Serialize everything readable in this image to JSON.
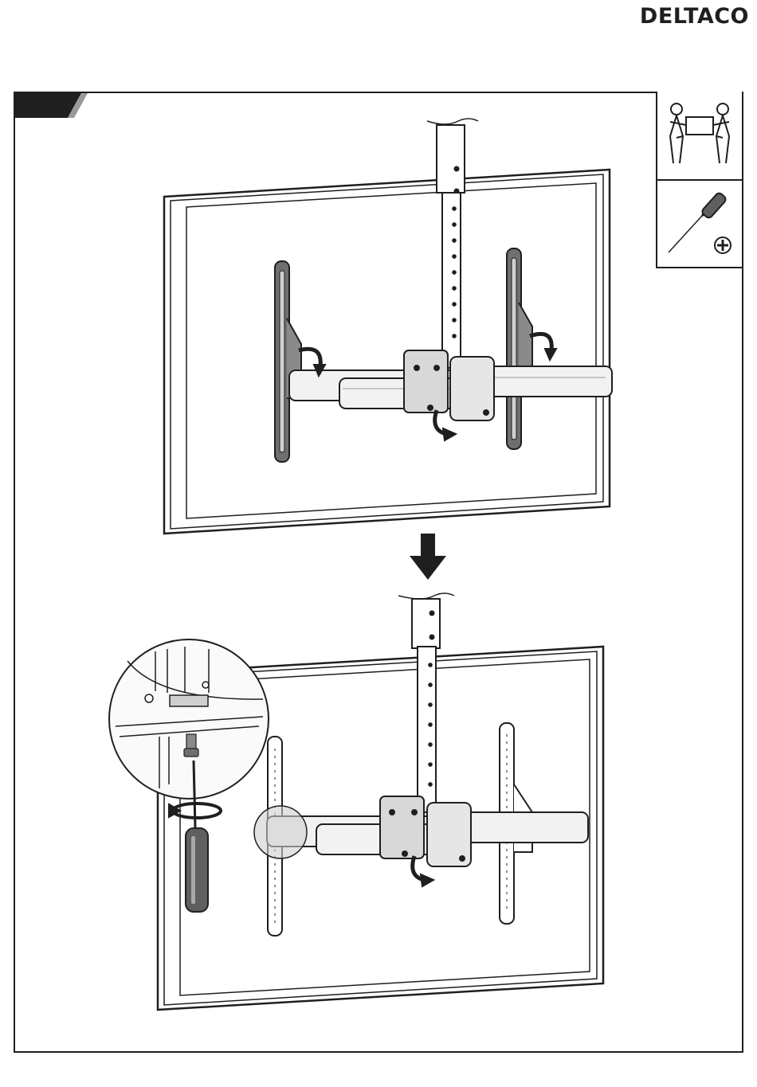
{
  "header": {
    "brand": "DELTACO"
  },
  "tools": [
    {
      "icon": "two-person-lift-icon"
    },
    {
      "icon": "phillips-screwdriver-icon"
    }
  ],
  "step": {
    "number": "",
    "illustrations": [
      {
        "name": "tv-hang-on-mount-illustration"
      },
      {
        "name": "tighten-safety-screw-illustration"
      }
    ]
  }
}
